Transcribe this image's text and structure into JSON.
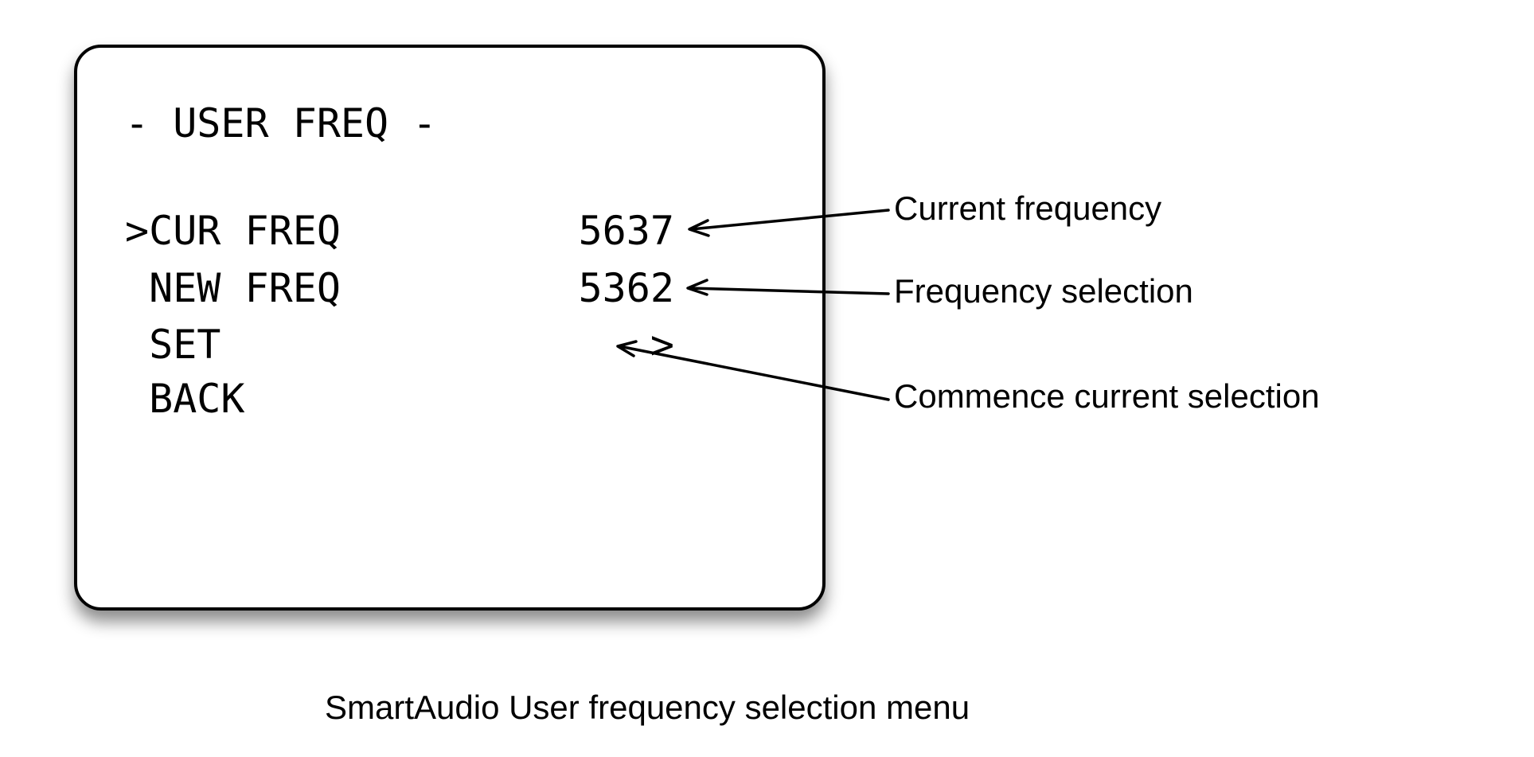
{
  "menu": {
    "title": "- USER FREQ -",
    "rows": [
      {
        "label": ">CUR FREQ",
        "value": "5637"
      },
      {
        "label": " NEW FREQ",
        "value": "5362"
      },
      {
        "label": " SET",
        "value": ">"
      },
      {
        "label": " BACK",
        "value": ""
      }
    ]
  },
  "callouts": [
    {
      "text": "Current frequency",
      "target": "CUR FREQ value"
    },
    {
      "text": "Frequency selection",
      "target": "NEW FREQ value"
    },
    {
      "text": "Commence current selection",
      "target": "SET arrow"
    }
  ],
  "caption": "SmartAudio User frequency selection menu",
  "colors": {
    "ink": "#000000",
    "background": "#ffffff"
  }
}
